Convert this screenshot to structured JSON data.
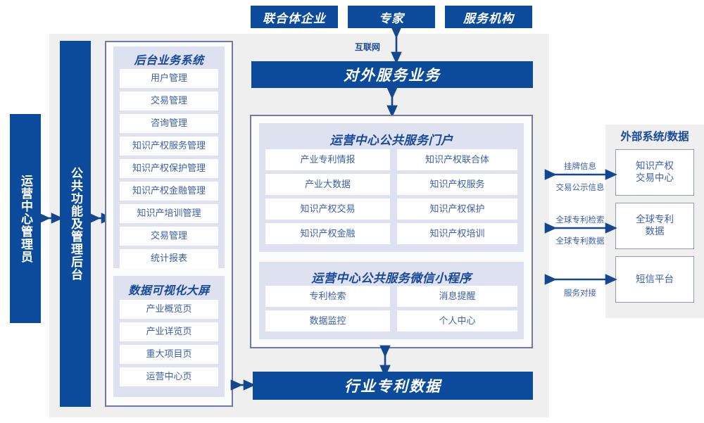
{
  "top_actors": [
    {
      "label": "联合体企业"
    },
    {
      "label": "专家"
    },
    {
      "label": "服务机构"
    }
  ],
  "internet_label": "互联网",
  "external_service_banner": "对外服务业务",
  "industry_patent_banner": "行业专利数据",
  "left_rail": {
    "admin_bar": "运营中心管理员",
    "public_bar": "公共功能及管理后台"
  },
  "backend_system": {
    "title": "后台业务系统",
    "items": [
      "用户管理",
      "交易管理",
      "咨询管理",
      "知识产权服务管理",
      "知识产权保护管理",
      "知识产权金融管理",
      "知识产培训管理",
      "交易管理",
      "统计报表"
    ]
  },
  "data_visualization": {
    "title": "数据可视化大屏",
    "items": [
      "产业概览页",
      "产业详览页",
      "重大项目页",
      "运营中心页"
    ]
  },
  "service_portal": {
    "title": "运营中心公共服务门户",
    "items": [
      "产业专利情报",
      "知识产权联合体",
      "产业大数据",
      "知识产权服务",
      "知识产权交易",
      "知识产权保护",
      "知识产权金融",
      "知识产权培训"
    ]
  },
  "mini_program": {
    "title": "运营中心公共服务微信小程序",
    "items": [
      "专利检索",
      "消息提醒",
      "数据监控",
      "个人中心"
    ]
  },
  "external_systems": {
    "title": "外部系统/数据",
    "boxes": [
      {
        "label": "知识产权\n交易中心",
        "label_top": "挂牌信息",
        "label_bottom": "交易公示信息"
      },
      {
        "label": "全球专利\n数据",
        "label_top": "全球专利检索",
        "label_bottom": "全球专利数据"
      },
      {
        "label": "短信平台",
        "label_top": "",
        "label_bottom": "服务对接"
      }
    ]
  },
  "colors": {
    "deep_blue": "#0c4b9c",
    "lavender": "#dee1ef",
    "card_border": "#7079ac",
    "gray_bg": "#efefef",
    "text_blue": "#3a5faa",
    "title_blue": "#17489a"
  }
}
